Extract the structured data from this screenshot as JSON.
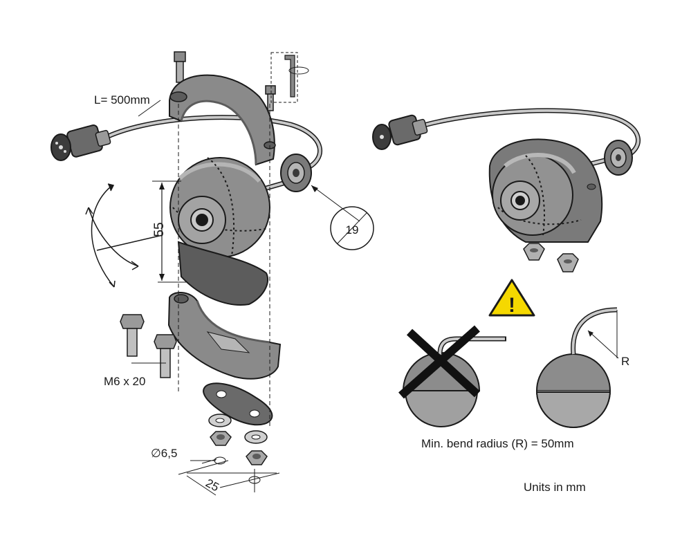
{
  "labels": {
    "cable_length": "L= 500mm",
    "height_dim": "55",
    "nut_size": "19",
    "bolt": "M6 x 20",
    "hole_dia": "∅6,5",
    "hole_spacing": "25",
    "radius_mark": "R",
    "bend_radius": "Min. bend radius (R) = 50mm",
    "units": "Units in mm",
    "warning_mark": "!"
  },
  "colors": {
    "line": "#1a1a1a",
    "part_fill": "#8a8a8a",
    "part_dark": "#5c5c5c",
    "part_light": "#b5b5b5",
    "warning_fill": "#f5d800",
    "cross": "#111111"
  }
}
